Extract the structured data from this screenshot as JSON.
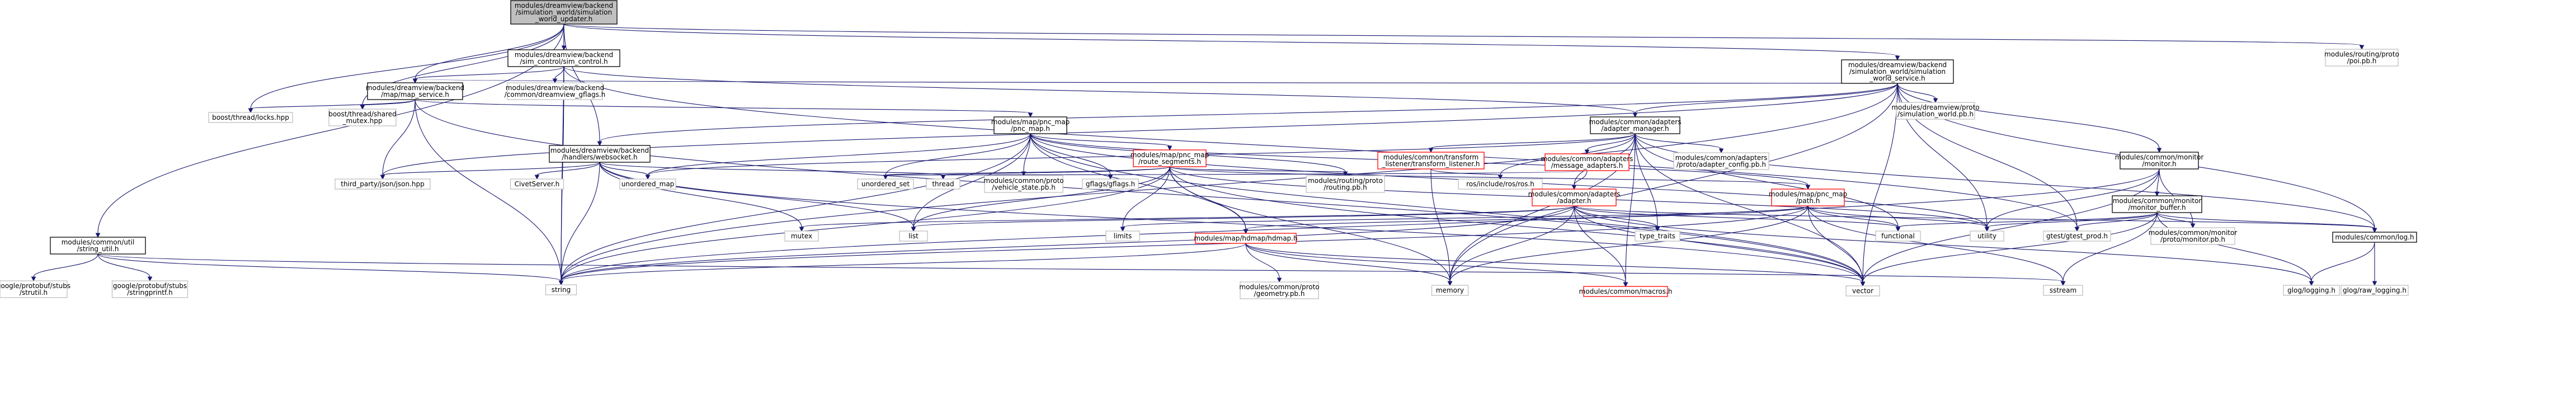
{
  "colors": {
    "edge": "#191970",
    "root_fill": "#bfbfbf",
    "node_fill": "#ffffff",
    "node_border": "#000000",
    "missing_border": "#ff0000",
    "leaf_border": "#bfbfbf"
  },
  "nodes": [
    {
      "id": "root",
      "lines": [
        "modules/dreamview/backend",
        "/simulation_world/simulation",
        "_world_updater.h"
      ],
      "style": "root"
    },
    {
      "id": "sim_control",
      "lines": [
        "modules/dreamview/backend",
        "/sim_control/sim_control.h"
      ],
      "style": "normal"
    },
    {
      "id": "sim_world_service",
      "lines": [
        "modules/dreamview/backend",
        "/simulation_world/simulation",
        "_world_service.h"
      ],
      "style": "normal"
    },
    {
      "id": "routing_proto",
      "lines": [
        "modules/routing/proto",
        "/poi.pb.h"
      ],
      "style": "leaf"
    },
    {
      "id": "map_service",
      "lines": [
        "modules/dreamview/backend",
        "/map/map_service.h"
      ],
      "style": "normal"
    },
    {
      "id": "dv_gflags",
      "lines": [
        "modules/dreamview/backend",
        "/common/dreamview_gflags.h"
      ],
      "style": "leaf"
    },
    {
      "id": "sim_world_pb",
      "lines": [
        "modules/dreamview/proto",
        "/simulation_world.pb.h"
      ],
      "style": "leaf"
    },
    {
      "id": "boost_locks",
      "lines": [
        "boost/thread/locks.hpp"
      ],
      "style": "leaf"
    },
    {
      "id": "boost_shared",
      "lines": [
        "boost/thread/shared",
        "_mutex.hpp"
      ],
      "style": "leaf"
    },
    {
      "id": "pnc_map",
      "lines": [
        "modules/map/pnc_map",
        "/pnc_map.h"
      ],
      "style": "normal"
    },
    {
      "id": "adapter_manager",
      "lines": [
        "modules/common/adapters",
        "/adapter_manager.h"
      ],
      "style": "normal"
    },
    {
      "id": "websocket",
      "lines": [
        "modules/dreamview/backend",
        "/handlers/websocket.h"
      ],
      "style": "normal"
    },
    {
      "id": "route_segments",
      "lines": [
        "modules/map/pnc_map",
        "/route_segments.h"
      ],
      "style": "missing"
    },
    {
      "id": "transform_listener",
      "lines": [
        "modules/common/transform",
        "_listener/transform_listener.h"
      ],
      "style": "missing"
    },
    {
      "id": "message_adapters",
      "lines": [
        "modules/common/adapters",
        "/message_adapters.h"
      ],
      "style": "missing"
    },
    {
      "id": "adapter_config",
      "lines": [
        "modules/common/adapters",
        "/proto/adapter_config.pb.h"
      ],
      "style": "leaf"
    },
    {
      "id": "monitor_h",
      "lines": [
        "modules/common/monitor",
        "/monitor.h"
      ],
      "style": "normal"
    },
    {
      "id": "json",
      "lines": [
        "third_party/json/json.hpp"
      ],
      "style": "leaf"
    },
    {
      "id": "civetserver",
      "lines": [
        "CivetServer.h"
      ],
      "style": "leaf"
    },
    {
      "id": "unordered_map",
      "lines": [
        "unordered_map"
      ],
      "style": "leaf"
    },
    {
      "id": "unordered_set",
      "lines": [
        "unordered_set"
      ],
      "style": "leaf"
    },
    {
      "id": "thread",
      "lines": [
        "thread"
      ],
      "style": "leaf"
    },
    {
      "id": "vehicle_state",
      "lines": [
        "modules/common/proto",
        "/vehicle_state.pb.h"
      ],
      "style": "leaf"
    },
    {
      "id": "gflags",
      "lines": [
        "gflags/gflags.h"
      ],
      "style": "leaf"
    },
    {
      "id": "routing_pb",
      "lines": [
        "modules/routing/proto",
        "/routing.pb.h"
      ],
      "style": "leaf"
    },
    {
      "id": "ros",
      "lines": [
        "ros/include/ros/ros.h"
      ],
      "style": "leaf"
    },
    {
      "id": "adapter_h",
      "lines": [
        "modules/common/adapters",
        "/adapter.h"
      ],
      "style": "missing"
    },
    {
      "id": "path_h",
      "lines": [
        "modules/map/pnc_map",
        "/path.h"
      ],
      "style": "missing"
    },
    {
      "id": "monitor_buffer",
      "lines": [
        "modules/common/monitor",
        "/monitor_buffer.h"
      ],
      "style": "normal"
    },
    {
      "id": "string_util",
      "lines": [
        "modules/common/util",
        "/string_util.h"
      ],
      "style": "normal"
    },
    {
      "id": "mutex",
      "lines": [
        "mutex"
      ],
      "style": "leaf"
    },
    {
      "id": "list",
      "lines": [
        "list"
      ],
      "style": "leaf"
    },
    {
      "id": "limits",
      "lines": [
        "limits"
      ],
      "style": "leaf"
    },
    {
      "id": "type_traits",
      "lines": [
        "type_traits"
      ],
      "style": "leaf"
    },
    {
      "id": "functional",
      "lines": [
        "functional"
      ],
      "style": "leaf"
    },
    {
      "id": "utility",
      "lines": [
        "utility"
      ],
      "style": "leaf"
    },
    {
      "id": "glest",
      "lines": [
        "gtest/gtest_prod.h"
      ],
      "style": "leaf"
    },
    {
      "id": "monitor_pb",
      "lines": [
        "modules/common/monitor",
        "/proto/monitor.pb.h"
      ],
      "style": "leaf"
    },
    {
      "id": "log_h",
      "lines": [
        "modules/common/log.h"
      ],
      "style": "normal"
    },
    {
      "id": "hdmap",
      "lines": [
        "modules/map/hdmap/hdmap.h"
      ],
      "style": "missing"
    },
    {
      "id": "strutil",
      "lines": [
        "google/protobuf/stubs",
        "/strutil.h"
      ],
      "style": "leaf"
    },
    {
      "id": "stringprintf",
      "lines": [
        "google/protobuf/stubs",
        "/stringprintf.h"
      ],
      "style": "leaf"
    },
    {
      "id": "string",
      "lines": [
        "string"
      ],
      "style": "leaf"
    },
    {
      "id": "geometry_pb",
      "lines": [
        "modules/common/proto",
        "/geometry.pb.h"
      ],
      "style": "leaf"
    },
    {
      "id": "memory",
      "lines": [
        "memory"
      ],
      "style": "leaf"
    },
    {
      "id": "macros",
      "lines": [
        "modules/common/macros.h"
      ],
      "style": "missing"
    },
    {
      "id": "vector",
      "lines": [
        "vector"
      ],
      "style": "leaf"
    },
    {
      "id": "sstream",
      "lines": [
        "sstream"
      ],
      "style": "leaf"
    },
    {
      "id": "glog",
      "lines": [
        "glog/logging.h"
      ],
      "style": "leaf"
    },
    {
      "id": "glog_raw",
      "lines": [
        "glog/raw_logging.h"
      ],
      "style": "leaf"
    }
  ],
  "edges": [
    [
      "root",
      "sim_control"
    ],
    [
      "root",
      "sim_world_service"
    ],
    [
      "root",
      "routing_proto"
    ],
    [
      "root",
      "map_service"
    ],
    [
      "root",
      "boost_locks"
    ],
    [
      "root",
      "boost_shared"
    ],
    [
      "root",
      "websocket"
    ],
    [
      "root",
      "string_util"
    ],
    [
      "root",
      "string"
    ],
    [
      "sim_control",
      "map_service"
    ],
    [
      "sim_control",
      "dv_gflags"
    ],
    [
      "sim_control",
      "adapter_manager"
    ],
    [
      "sim_control",
      "glest"
    ],
    [
      "sim_control",
      "string"
    ],
    [
      "sim_world_service",
      "map_service"
    ],
    [
      "sim_world_service",
      "sim_world_pb"
    ],
    [
      "sim_world_service",
      "adapter_manager"
    ],
    [
      "sim_world_service",
      "monitor_h"
    ],
    [
      "sim_world_service",
      "json"
    ],
    [
      "sim_world_service",
      "glest"
    ],
    [
      "sim_world_service",
      "log_h"
    ],
    [
      "sim_world_service",
      "utility"
    ],
    [
      "sim_world_service",
      "memory"
    ],
    [
      "sim_world_service",
      "vector"
    ],
    [
      "sim_world_service",
      "websocket"
    ],
    [
      "sim_world_service",
      "string"
    ],
    [
      "map_service",
      "boost_locks"
    ],
    [
      "map_service",
      "boost_shared"
    ],
    [
      "map_service",
      "pnc_map"
    ],
    [
      "map_service",
      "json"
    ],
    [
      "map_service",
      "string"
    ],
    [
      "map_service",
      "vector"
    ],
    [
      "pnc_map",
      "route_segments"
    ],
    [
      "pnc_map",
      "path_h"
    ],
    [
      "pnc_map",
      "hdmap"
    ],
    [
      "pnc_map",
      "unordered_map"
    ],
    [
      "pnc_map",
      "unordered_set"
    ],
    [
      "pnc_map",
      "vehicle_state"
    ],
    [
      "pnc_map",
      "gflags"
    ],
    [
      "pnc_map",
      "routing_pb"
    ],
    [
      "pnc_map",
      "list"
    ],
    [
      "pnc_map",
      "string"
    ],
    [
      "pnc_map",
      "vector"
    ],
    [
      "pnc_map",
      "utility"
    ],
    [
      "adapter_manager",
      "transform_listener"
    ],
    [
      "adapter_manager",
      "message_adapters"
    ],
    [
      "adapter_manager",
      "adapter_config"
    ],
    [
      "adapter_manager",
      "adapter_h"
    ],
    [
      "adapter_manager",
      "log_h"
    ],
    [
      "adapter_manager",
      "macros"
    ],
    [
      "adapter_manager",
      "ros"
    ],
    [
      "adapter_manager",
      "functional"
    ],
    [
      "adapter_manager",
      "memory"
    ],
    [
      "adapter_manager",
      "unordered_map"
    ],
    [
      "adapter_manager",
      "vector"
    ],
    [
      "adapter_manager",
      "type_traits"
    ],
    [
      "websocket",
      "json"
    ],
    [
      "websocket",
      "civetserver"
    ],
    [
      "websocket",
      "thread"
    ],
    [
      "websocket",
      "mutex"
    ],
    [
      "websocket",
      "unordered_map"
    ],
    [
      "websocket",
      "string"
    ],
    [
      "websocket",
      "vector"
    ],
    [
      "websocket",
      "list"
    ],
    [
      "route_segments",
      "path_h"
    ],
    [
      "route_segments",
      "hdmap"
    ],
    [
      "route_segments",
      "routing_pb"
    ],
    [
      "route_segments",
      "unordered_set"
    ],
    [
      "route_segments",
      "thread"
    ],
    [
      "route_segments",
      "limits"
    ],
    [
      "route_segments",
      "memory"
    ],
    [
      "route_segments",
      "string"
    ],
    [
      "route_segments",
      "vector"
    ],
    [
      "route_segments",
      "list"
    ],
    [
      "route_segments",
      "utility"
    ],
    [
      "transform_listener",
      "ros"
    ],
    [
      "transform_listener",
      "memory"
    ],
    [
      "message_adapters",
      "adapter_h"
    ],
    [
      "message_adapters",
      "unordered_set"
    ],
    [
      "adapter_h",
      "log_h"
    ],
    [
      "adapter_h",
      "macros"
    ],
    [
      "adapter_h",
      "mutex"
    ],
    [
      "adapter_h",
      "list"
    ],
    [
      "adapter_h",
      "functional"
    ],
    [
      "adapter_h",
      "memory"
    ],
    [
      "adapter_h",
      "string"
    ],
    [
      "adapter_h",
      "vector"
    ],
    [
      "adapter_h",
      "type_traits"
    ],
    [
      "adapter_h",
      "glog"
    ],
    [
      "path_h",
      "hdmap"
    ],
    [
      "path_h",
      "limits"
    ],
    [
      "path_h",
      "memory"
    ],
    [
      "path_h",
      "string"
    ],
    [
      "path_h",
      "vector"
    ],
    [
      "path_h",
      "functional"
    ],
    [
      "path_h",
      "utility"
    ],
    [
      "path_h",
      "sstream"
    ],
    [
      "monitor_h",
      "monitor_buffer"
    ],
    [
      "monitor_h",
      "monitor_pb"
    ],
    [
      "monitor_h",
      "string"
    ],
    [
      "monitor_h",
      "vector"
    ],
    [
      "monitor_h",
      "utility"
    ],
    [
      "monitor_buffer",
      "log_h"
    ],
    [
      "monitor_buffer",
      "monitor_pb"
    ],
    [
      "monitor_buffer",
      "glest"
    ],
    [
      "monitor_buffer",
      "glog"
    ],
    [
      "monitor_buffer",
      "functional"
    ],
    [
      "monitor_buffer",
      "utility"
    ],
    [
      "monitor_buffer",
      "vector"
    ],
    [
      "monitor_buffer",
      "sstream"
    ],
    [
      "log_h",
      "glog"
    ],
    [
      "log_h",
      "glog_raw"
    ],
    [
      "hdmap",
      "geometry_pb"
    ],
    [
      "hdmap",
      "memory"
    ],
    [
      "hdmap",
      "macros"
    ],
    [
      "hdmap",
      "string"
    ],
    [
      "hdmap",
      "vector"
    ],
    [
      "string_util",
      "strutil"
    ],
    [
      "string_util",
      "stringprintf"
    ],
    [
      "string_util",
      "string"
    ],
    [
      "string_util",
      "sstream"
    ]
  ]
}
